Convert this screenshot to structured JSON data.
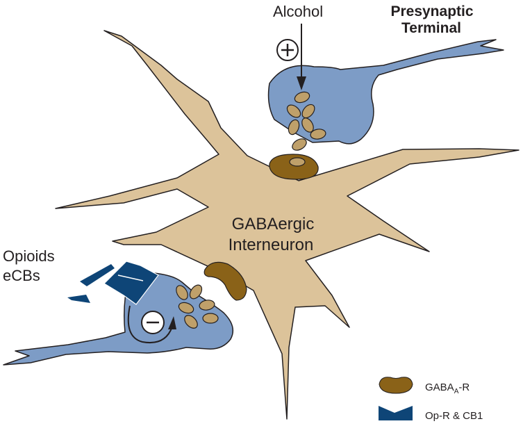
{
  "labels": {
    "alcohol": "Alcohol",
    "presynaptic_line1": "Presynaptic",
    "presynaptic_line2": "Terminal",
    "interneuron_line1": "GABAergic",
    "interneuron_line2": "Interneuron",
    "opioids": "Opioids",
    "ecbs": "eCBs",
    "plus_sign": "+",
    "minus_sign": "−"
  },
  "legend": {
    "gaba_receptor": {
      "prefix": "GABA",
      "subscript": "A",
      "suffix": "-R"
    },
    "opioid_cb1_receptor": "Op-R & CB1"
  },
  "colors": {
    "interneuron_fill": "#dcc39a",
    "terminal_fill": "#7d9cc6",
    "vesicle_fill": "#bfa06a",
    "gaba_receptor_fill": "#8a6218",
    "opioid_receptor_fill": "#0e4577",
    "outline": "#231f20"
  }
}
